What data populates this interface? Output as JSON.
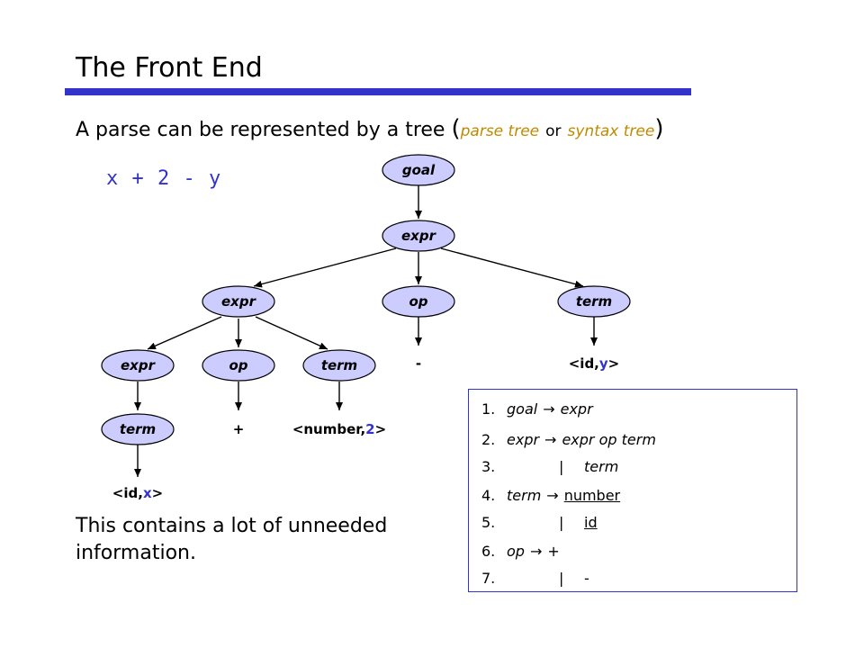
{
  "title": "The Front End",
  "subtitle": {
    "prefix": "A parse can be represented by a tree",
    "open": "(",
    "term1": "parse tree",
    "or": "or",
    "term2": "syntax tree",
    "close": ")"
  },
  "expression": "x + 2 - y",
  "colors": {
    "accent_blue": "#3333cc",
    "highlight_gold": "#c08a00"
  },
  "tree": {
    "nodes": {
      "goal": "goal",
      "expr_root": "expr",
      "expr_left": "expr",
      "op_mid": "op",
      "term_right": "term",
      "expr_ll": "expr",
      "op_l": "op",
      "term_l": "term",
      "term_lll": "term"
    },
    "leaves": {
      "minus": "-",
      "id_y_open": "<id,",
      "id_y_val": "y",
      "id_y_close": ">",
      "plus": "+",
      "num_open": "<number,",
      "num_val": "2",
      "num_close": ">",
      "id_x_open": "<id,",
      "id_x_val": "x",
      "id_x_close": ">"
    }
  },
  "note": "This contains a lot of unneeded information.",
  "grammar": [
    {
      "num": "1.",
      "lhs": "goal",
      "arrow": "→",
      "rhs": [
        {
          "text": "expr",
          "kind": "nt"
        }
      ]
    },
    {
      "num": "2.",
      "lhs": "expr",
      "arrow": "→",
      "rhs": [
        {
          "text": "expr op term",
          "kind": "nt"
        }
      ]
    },
    {
      "num": "3.",
      "bar": "|",
      "rhs": [
        {
          "text": "term",
          "kind": "nt"
        }
      ]
    },
    {
      "num": "4.",
      "lhs": "term",
      "arrow": "→",
      "rhs": [
        {
          "text": "number",
          "kind": "t"
        }
      ]
    },
    {
      "num": "5.",
      "bar": "|",
      "rhs": [
        {
          "text": "id",
          "kind": "t"
        }
      ]
    },
    {
      "num": "6.",
      "lhs": "op",
      "arrow": "→",
      "rhs": [
        {
          "text": "+",
          "kind": "plain"
        }
      ]
    },
    {
      "num": "7.",
      "bar": "|",
      "rhs": [
        {
          "text": "-",
          "kind": "plain"
        }
      ]
    }
  ]
}
